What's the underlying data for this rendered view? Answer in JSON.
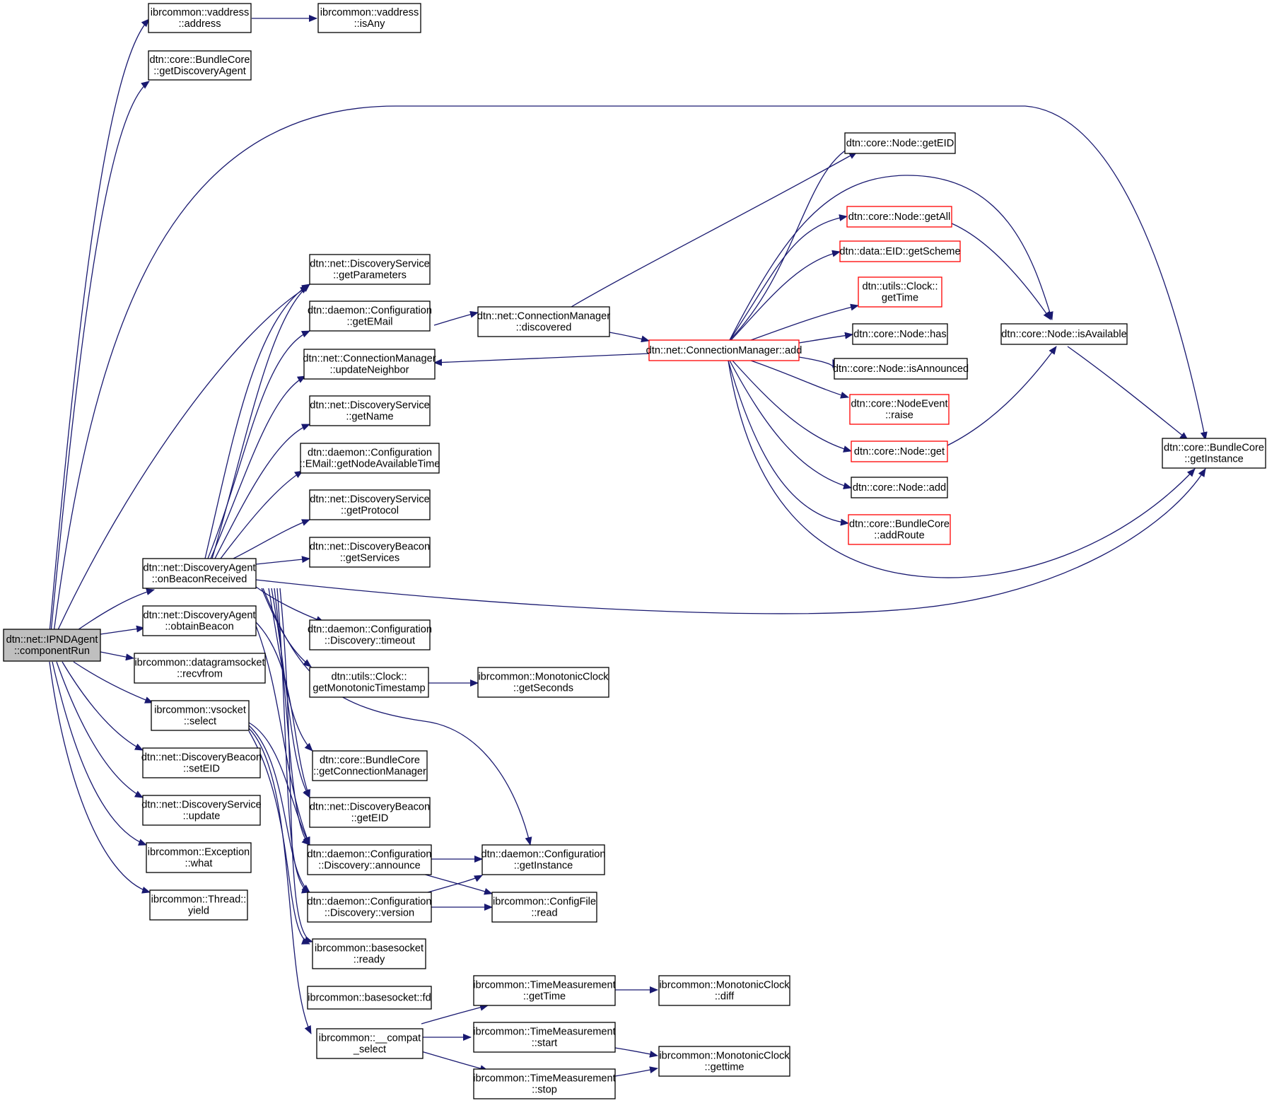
{
  "colors": {
    "edge": "#191970",
    "node_border": "#000000",
    "truncated_border": "#ff0000",
    "root_fill": "#bfbfbf",
    "node_fill": "#ffffff"
  },
  "nodes": [
    {
      "id": "root",
      "lines": [
        "dtn::net::IPNDAgent",
        "::componentRun"
      ],
      "style": "root"
    },
    {
      "id": "vaddr_address",
      "lines": [
        "ibrcommon::vaddress",
        "::address"
      ],
      "style": "normal"
    },
    {
      "id": "vaddr_isany",
      "lines": [
        "ibrcommon::vaddress",
        "::isAny"
      ],
      "style": "normal"
    },
    {
      "id": "bc_getdiscovery",
      "lines": [
        "dtn::core::BundleCore",
        "::getDiscoveryAgent"
      ],
      "style": "normal"
    },
    {
      "id": "ds_getparams",
      "lines": [
        "dtn::net::DiscoveryService",
        "::getParameters"
      ],
      "style": "normal"
    },
    {
      "id": "cfg_getemail",
      "lines": [
        "dtn::daemon::Configuration",
        "::getEMail"
      ],
      "style": "normal"
    },
    {
      "id": "cm_updateneighbor",
      "lines": [
        "dtn::net::ConnectionManager",
        "::updateNeighbor"
      ],
      "style": "normal"
    },
    {
      "id": "ds_getname",
      "lines": [
        "dtn::net::DiscoveryService",
        "::getName"
      ],
      "style": "normal"
    },
    {
      "id": "cfg_email_nat",
      "lines": [
        "dtn::daemon::Configuration",
        "::EMail::getNodeAvailableTime"
      ],
      "style": "normal"
    },
    {
      "id": "ds_getprotocol",
      "lines": [
        "dtn::net::DiscoveryService",
        "::getProtocol"
      ],
      "style": "normal"
    },
    {
      "id": "db_getservices",
      "lines": [
        "dtn::net::DiscoveryBeacon",
        "::getServices"
      ],
      "style": "normal"
    },
    {
      "id": "da_onbeacon",
      "lines": [
        "dtn::net::DiscoveryAgent",
        "::onBeaconReceived"
      ],
      "style": "normal"
    },
    {
      "id": "da_obtain",
      "lines": [
        "dtn::net::DiscoveryAgent",
        "::obtainBeacon"
      ],
      "style": "normal"
    },
    {
      "id": "dgs_recvfrom",
      "lines": [
        "ibrcommon::datagramsocket",
        "::recvfrom"
      ],
      "style": "normal"
    },
    {
      "id": "vs_select",
      "lines": [
        "ibrcommon::vsocket",
        "::select"
      ],
      "style": "normal"
    },
    {
      "id": "db_seteid",
      "lines": [
        "dtn::net::DiscoveryBeacon",
        "::setEID"
      ],
      "style": "normal"
    },
    {
      "id": "ds_update",
      "lines": [
        "dtn::net::DiscoveryService",
        "::update"
      ],
      "style": "normal"
    },
    {
      "id": "exc_what",
      "lines": [
        "ibrcommon::Exception",
        "::what"
      ],
      "style": "normal"
    },
    {
      "id": "thr_yield",
      "lines": [
        "ibrcommon::Thread::",
        "yield"
      ],
      "style": "normal"
    },
    {
      "id": "cfg_disc_timeout",
      "lines": [
        "dtn::daemon::Configuration",
        "::Discovery::timeout"
      ],
      "style": "normal"
    },
    {
      "id": "clk_getmono",
      "lines": [
        "dtn::utils::Clock::",
        "getMonotonicTimestamp"
      ],
      "style": "normal"
    },
    {
      "id": "mc_getseconds",
      "lines": [
        "ibrcommon::MonotonicClock",
        "::getSeconds"
      ],
      "style": "normal"
    },
    {
      "id": "bc_getcm",
      "lines": [
        "dtn::core::BundleCore",
        "::getConnectionManager"
      ],
      "style": "normal"
    },
    {
      "id": "db_geteid",
      "lines": [
        "dtn::net::DiscoveryBeacon",
        "::getEID"
      ],
      "style": "normal"
    },
    {
      "id": "cfg_disc_announce",
      "lines": [
        "dtn::daemon::Configuration",
        "::Discovery::announce"
      ],
      "style": "normal"
    },
    {
      "id": "cfg_disc_version",
      "lines": [
        "dtn::daemon::Configuration",
        "::Discovery::version"
      ],
      "style": "normal"
    },
    {
      "id": "cfg_getinstance",
      "lines": [
        "dtn::daemon::Configuration",
        "::getInstance"
      ],
      "style": "normal"
    },
    {
      "id": "cf_read",
      "lines": [
        "ibrcommon::ConfigFile",
        "::read"
      ],
      "style": "normal"
    },
    {
      "id": "bs_ready",
      "lines": [
        "ibrcommon::basesocket",
        "::ready"
      ],
      "style": "normal"
    },
    {
      "id": "bs_fd",
      "lines": [
        "ibrcommon::basesocket::fd"
      ],
      "style": "normal"
    },
    {
      "id": "compat_select",
      "lines": [
        "ibrcommon::__compat",
        "_select"
      ],
      "style": "normal"
    },
    {
      "id": "tm_gettime",
      "lines": [
        "ibrcommon::TimeMeasurement",
        "::getTime"
      ],
      "style": "normal"
    },
    {
      "id": "tm_start",
      "lines": [
        "ibrcommon::TimeMeasurement",
        "::start"
      ],
      "style": "normal"
    },
    {
      "id": "tm_stop",
      "lines": [
        "ibrcommon::TimeMeasurement",
        "::stop"
      ],
      "style": "normal"
    },
    {
      "id": "mc_diff",
      "lines": [
        "ibrcommon::MonotonicClock",
        "::diff"
      ],
      "style": "normal"
    },
    {
      "id": "mc_gettime",
      "lines": [
        "ibrcommon::MonotonicClock",
        "::gettime"
      ],
      "style": "normal"
    },
    {
      "id": "cm_discovered",
      "lines": [
        "dtn::net::ConnectionManager",
        "::discovered"
      ],
      "style": "normal"
    },
    {
      "id": "cm_add",
      "lines": [
        "dtn::net::ConnectionManager::add"
      ],
      "style": "truncated"
    },
    {
      "id": "node_geteid",
      "lines": [
        "dtn::core::Node::getEID"
      ],
      "style": "normal"
    },
    {
      "id": "node_getall",
      "lines": [
        "dtn::core::Node::getAll"
      ],
      "style": "truncated"
    },
    {
      "id": "eid_getscheme",
      "lines": [
        "dtn::data::EID::getScheme"
      ],
      "style": "truncated"
    },
    {
      "id": "clk_gettime",
      "lines": [
        "dtn::utils::Clock::",
        "getTime"
      ],
      "style": "truncated"
    },
    {
      "id": "node_has",
      "lines": [
        "dtn::core::Node::has"
      ],
      "style": "normal"
    },
    {
      "id": "node_isannounced",
      "lines": [
        "dtn::core::Node::isAnnounced"
      ],
      "style": "normal"
    },
    {
      "id": "nodeevent_raise",
      "lines": [
        "dtn::core::NodeEvent",
        "::raise"
      ],
      "style": "truncated"
    },
    {
      "id": "node_get",
      "lines": [
        "dtn::core::Node::get"
      ],
      "style": "truncated"
    },
    {
      "id": "node_add",
      "lines": [
        "dtn::core::Node::add"
      ],
      "style": "normal"
    },
    {
      "id": "bc_addroute",
      "lines": [
        "dtn::core::BundleCore",
        "::addRoute"
      ],
      "style": "truncated"
    },
    {
      "id": "node_isavailable",
      "lines": [
        "dtn::core::Node::isAvailable"
      ],
      "style": "normal"
    },
    {
      "id": "bc_getinstance",
      "lines": [
        "dtn::core::BundleCore",
        "::getInstance"
      ],
      "style": "normal"
    }
  ]
}
